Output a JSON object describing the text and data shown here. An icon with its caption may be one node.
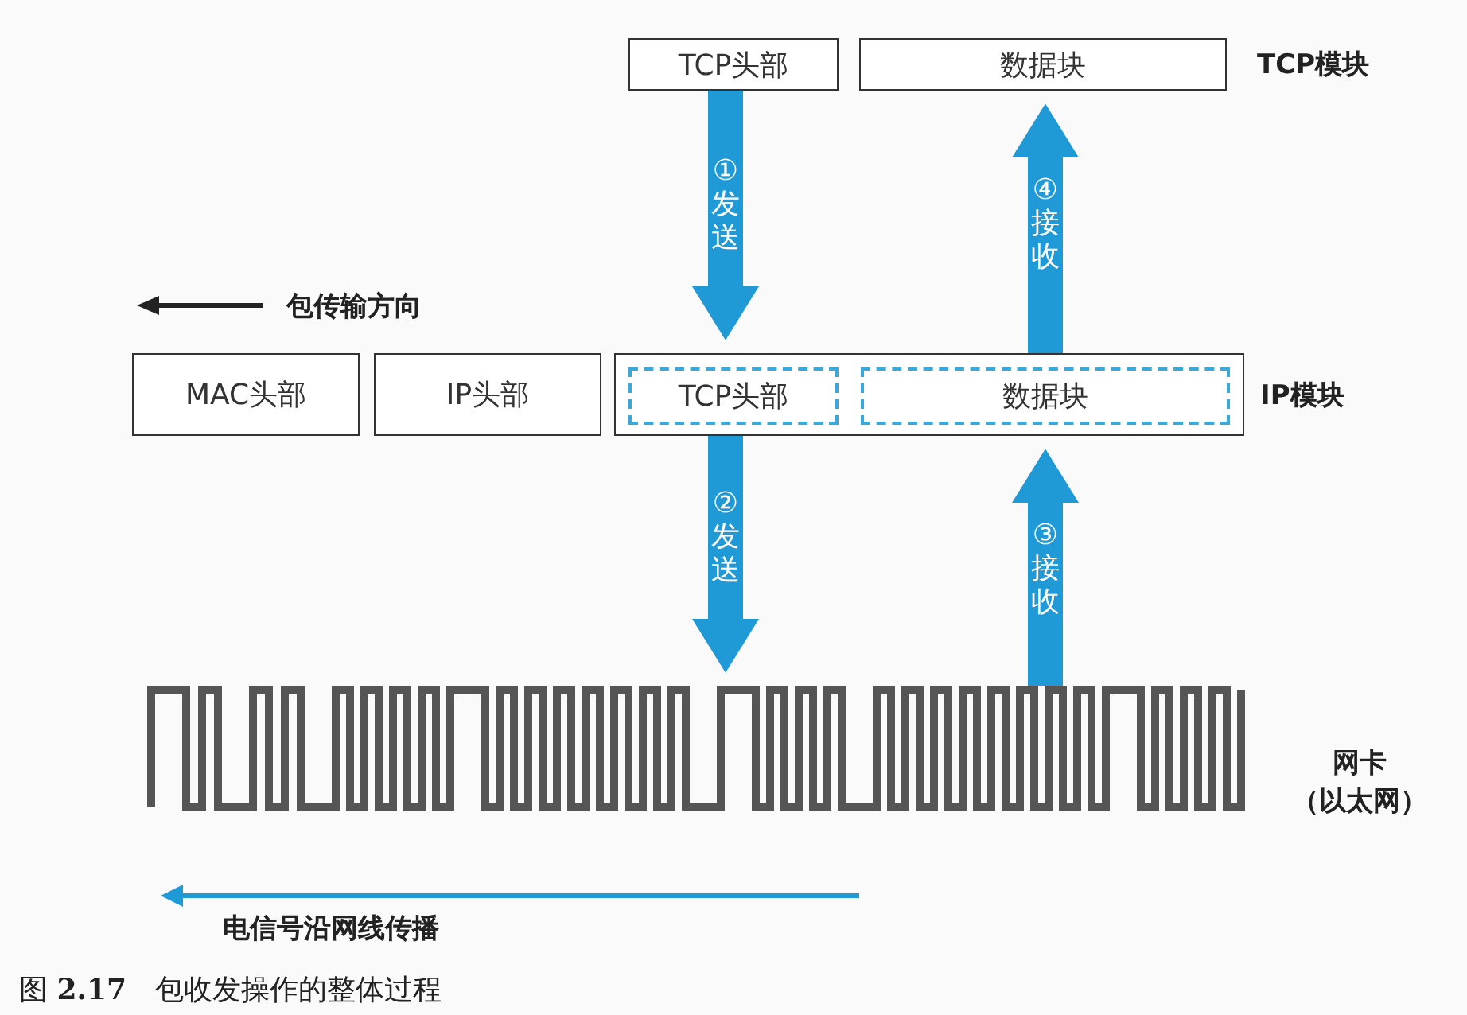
{
  "diagram": {
    "caption": "图 **2.17**　包收发操作的整体过程",
    "nodes": [
      {
        "text": [
          "TCP头部"
        ]
      },
      {
        "text": [
          "数据块"
        ]
      },
      {
        "text": [
          "MAC头部"
        ]
      },
      {
        "text": [
          "IP头部"
        ]
      },
      {
        "text": [],
        "shape": "box"
      },
      {
        "text": [
          "TCP头部"
        ],
        "in": 4
      },
      {
        "text": [
          "数据块"
        ],
        "in": 4
      },
      {
        "text": [],
        "shape": "picture"
      }
    ],
    "edges": [
      {
        "from": 0,
        "to": 5,
        "arrow": "to",
        "label": "①发送"
      },
      {
        "from": 4,
        "to": 1,
        "arrow": "to",
        "label": "④接收"
      },
      {
        "from": 5,
        "to": 7,
        "arrow": "to",
        "label": "②发送"
      },
      {
        "from": 7,
        "to": 6,
        "arrow": "to",
        "label": "③接收"
      }
    ],
    "labels": [
      "TCP模块",
      "包传输方向",
      "IP模块",
      "网卡（以太网）",
      "电信号沿网线传播"
    ]
  }
}
